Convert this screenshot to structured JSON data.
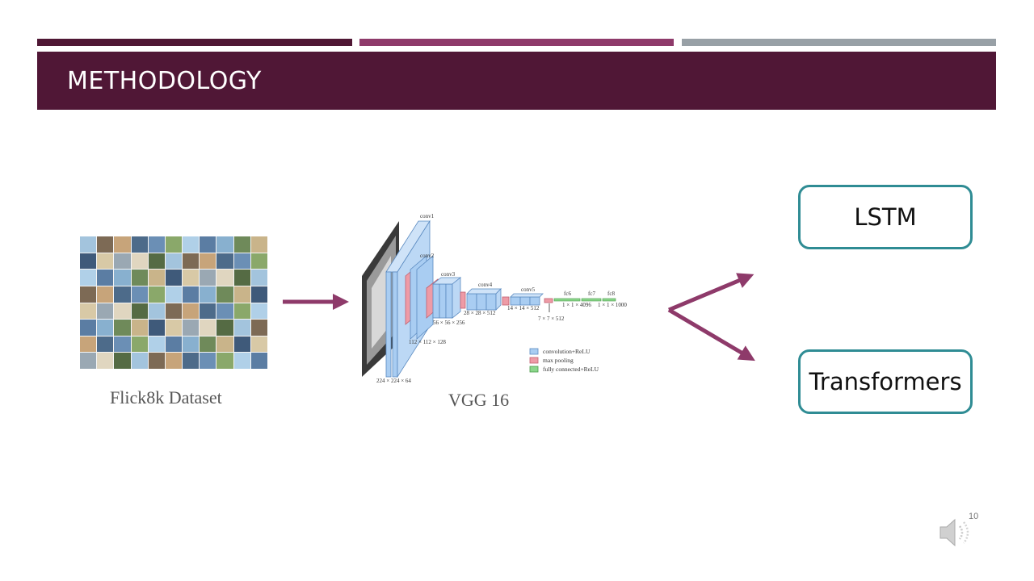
{
  "slide": {
    "title": "METHODOLOGY",
    "page_number": "10"
  },
  "dataset": {
    "caption": "Flick8k Dataset"
  },
  "model": {
    "caption": "VGG 16",
    "layers": {
      "conv1": "conv1",
      "conv2": "conv2",
      "conv3": "conv3",
      "conv4": "conv4",
      "conv5": "conv5",
      "fc6": "fc6",
      "fc7": "fc7",
      "fc8": "fc8"
    },
    "dims": {
      "d1": "224 × 224 × 64",
      "d2": "112 × 112 × 128",
      "d3": "56 × 56 × 256",
      "d4": "28 × 28 × 512",
      "d5": "14 × 14 × 512",
      "d6": "7 × 7 × 512",
      "d7": "1 × 1 × 4096",
      "d8": "1 × 1 × 1000"
    },
    "legend": {
      "conv": "convolution+ReLU",
      "pool": "max pooling",
      "fc": "fully connected+ReLU"
    }
  },
  "outputs": {
    "lstm": "LSTM",
    "transformers": "Transformers"
  },
  "colors": {
    "header_bg": "#501736",
    "arrow": "#8e3a6a",
    "box_border": "#2f8c94",
    "conv": "#a9cdf2",
    "pool": "#ee9ba6",
    "fc": "#8bd68b"
  }
}
